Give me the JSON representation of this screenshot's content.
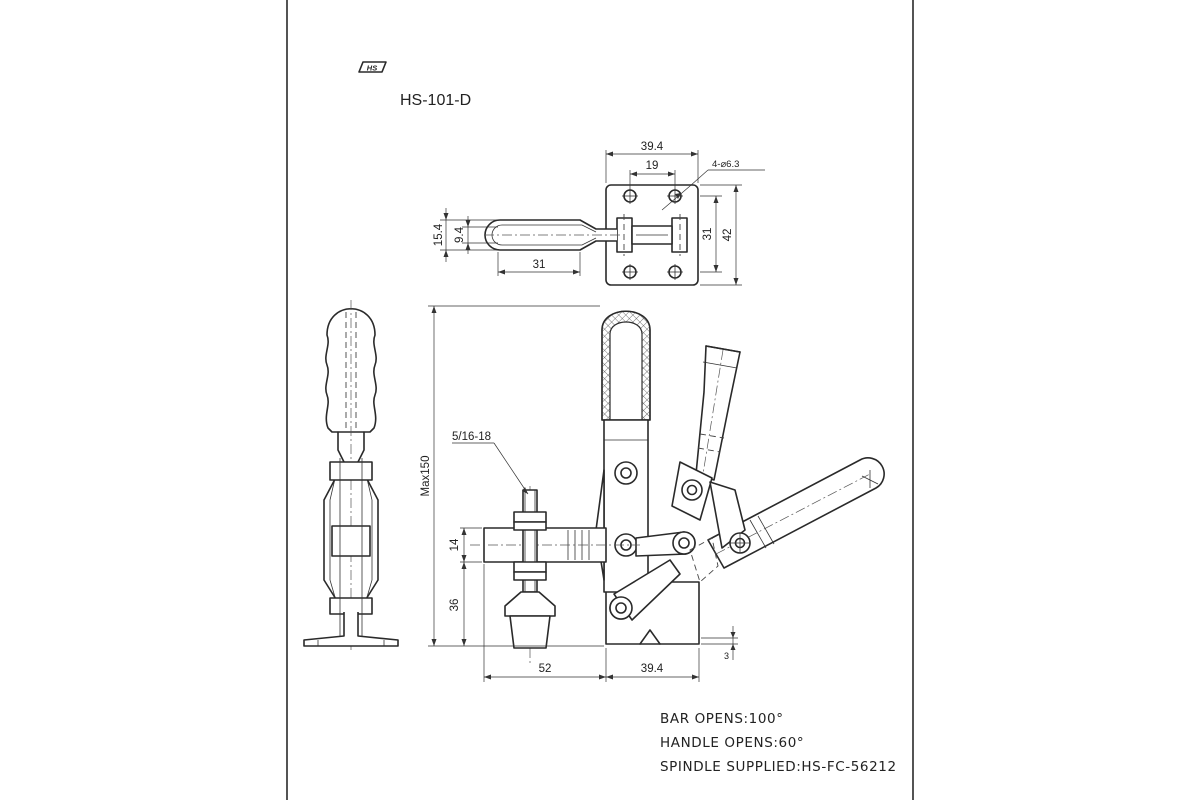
{
  "logo": {
    "text": "HS"
  },
  "title": "HS-101-D",
  "dimensions": {
    "top_width_overall": "39.4",
    "top_hole_spacing": "19",
    "hole_callout": "4-⌀6.3",
    "handle_width_outer": "15.4",
    "handle_width_inner": "9.4",
    "handle_length": "31",
    "base_hole_spacing": "31",
    "base_depth": "42",
    "max_height": "Max150",
    "thread": "5/16-18",
    "bar_height": "14",
    "spindle_height": "36",
    "reach": "52",
    "base_width": "39.4",
    "base_thickness": "3"
  },
  "notes": [
    "BAR OPENS:100°",
    "HANDLE OPENS:60°",
    "SPINDLE SUPPLIED:HS-FC-56212"
  ]
}
